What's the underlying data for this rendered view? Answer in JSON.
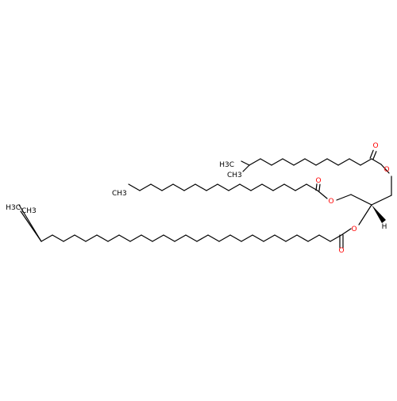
{
  "molecule": {
    "atom_labels": {
      "o_top_ester": "O",
      "o_top_carbonyl": "O",
      "o_mid_ester": "O",
      "o_mid_carbonyl": "O",
      "o_bot_ester": "O",
      "o_bot_carbonyl": "O",
      "stereo_h": "H",
      "ch3_top_a": "H3C",
      "ch3_top_b": "CH3",
      "ch3_mid": "CH3",
      "ch3_bot_a": "H3C",
      "ch3_bot_b": "CH3"
    },
    "colors": {
      "bond": "#000000",
      "oxygen": "#ff0000",
      "background": "#ffffff"
    }
  }
}
